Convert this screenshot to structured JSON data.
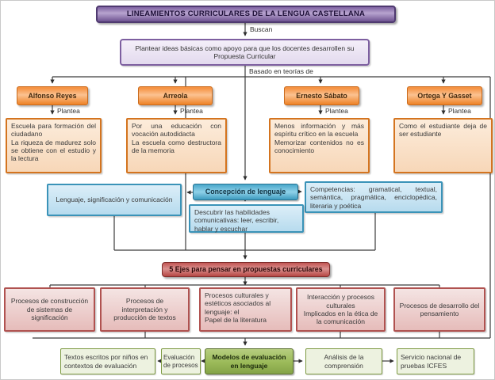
{
  "colors": {
    "purple": "#8064a2",
    "orange": "#e36c0a",
    "blue": "#31849b",
    "red": "#953735",
    "pink": "#b94a48",
    "green_dark": "#76923c",
    "green_light": "#ebf1de",
    "line": "#3c3c3c"
  },
  "title": "LINEAMIENTOS CURRICULARES DE LA LENGUA CASTELLANA",
  "connector_labels": {
    "buscan": "Buscan",
    "basado_en_teorias_de": "Basado en teorías de",
    "plantea": "Plantea"
  },
  "intro_box": "Plantear ideas básicas como apoyo para que los docentes desarrollen su Propuesta Curricular",
  "theories": [
    {
      "name": "Alfonso Reyes",
      "plantea": "Escuela para formación del ciudadano\nLa riqueza de madurez solo se obtiene con el estudio y la lectura"
    },
    {
      "name": "Arreola",
      "plantea": "Por una educación con vocación autodidacta\nLa escuela como destructora de la memoria"
    },
    {
      "name": "Ernesto Sábato",
      "plantea": "Menos información y más espíritu crítico en la escuela\nMemorizar contenidos no es conocimiento"
    },
    {
      "name": "Ortega Y Gasset",
      "plantea": "Como el estudiante deja de ser estudiante"
    }
  ],
  "language_conception": {
    "center": "Concepción de lenguaje",
    "left": "Lenguaje, significación y comunicación",
    "right": "Competencias: gramatical, textual, semántica, pragmática, enciclopédica, literaria y poética",
    "below": "Descubrir las habilidades comunicativas: leer, escribir, hablar y escuchar"
  },
  "axes": {
    "header": "5 Ejes para pensar en propuestas curriculares",
    "items": [
      "Procesos de construcción de sistemas de significación",
      "Procesos de interpretación y producción de textos",
      "Procesos culturales y estéticos asociados al lenguaje: el\nPapel de la literatura",
      "Interacción y procesos culturales\nImplicados en la ética de la comunicación",
      "Procesos de desarrollo del pensamiento"
    ]
  },
  "evaluation": {
    "center": "Modelos de evaluación en lenguaje",
    "left_chain": [
      "Evaluación de procesos",
      "Textos escritos por niños en contextos de evaluación"
    ],
    "right_chain": [
      "Análisis de la comprensión",
      "Servicio nacional de pruebas ICFES"
    ]
  }
}
